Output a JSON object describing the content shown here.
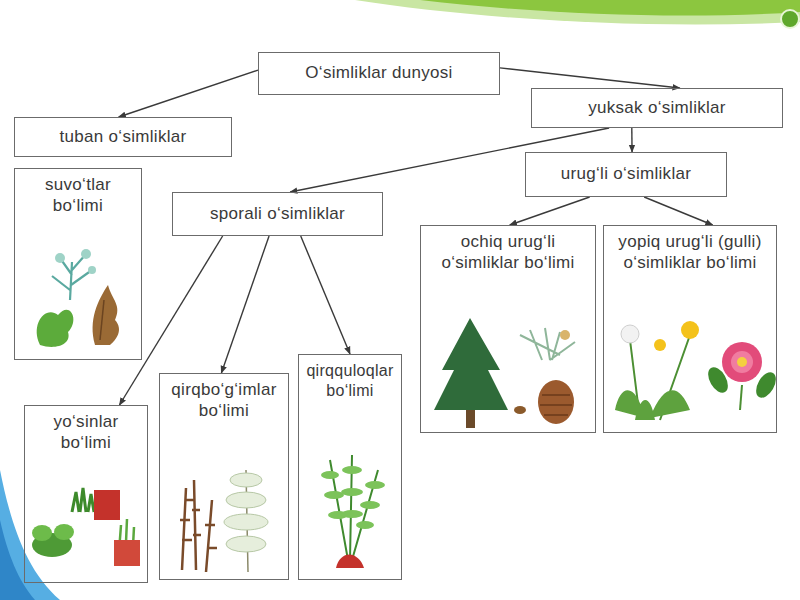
{
  "diagram": {
    "nodes": [
      {
        "text": [
          "O‘simliklar dunyosi"
        ]
      },
      {
        "text": [
          "tuban o‘simliklar"
        ]
      },
      {
        "text": [
          "yuksak o‘simliklar"
        ]
      },
      {
        "text": [
          "suvo‘tlar bo‘limi"
        ]
      },
      {
        "text": [
          "urug‘li o‘simliklar"
        ]
      },
      {
        "text": [
          "sporali o‘simliklar"
        ]
      },
      {
        "text": [
          "ochiq urug‘li o‘simliklar bo‘limi"
        ]
      },
      {
        "text": [
          "yopiq urug‘li (gulli) o‘simliklar bo‘limi"
        ]
      },
      {
        "text": [
          "yo‘sinlar bo‘limi"
        ]
      },
      {
        "text": [
          "qirqbo‘g‘imlar bo‘limi"
        ]
      },
      {
        "text": [
          "qirqquloqlar bo‘limi"
        ]
      }
    ],
    "edges": [
      {
        "from": 0,
        "to": 1,
        "arrow": "to"
      },
      {
        "from": 0,
        "to": 2,
        "arrow": "to"
      },
      {
        "from": 2,
        "to": 5,
        "arrow": "to"
      },
      {
        "from": 2,
        "to": 4,
        "arrow": "to"
      },
      {
        "from": 4,
        "to": 6,
        "arrow": "to"
      },
      {
        "from": 4,
        "to": 7,
        "arrow": "to"
      },
      {
        "from": 5,
        "to": 8,
        "arrow": "to"
      },
      {
        "from": 5,
        "to": 9,
        "arrow": "to"
      },
      {
        "from": 5,
        "to": 10,
        "arrow": "to"
      }
    ]
  }
}
